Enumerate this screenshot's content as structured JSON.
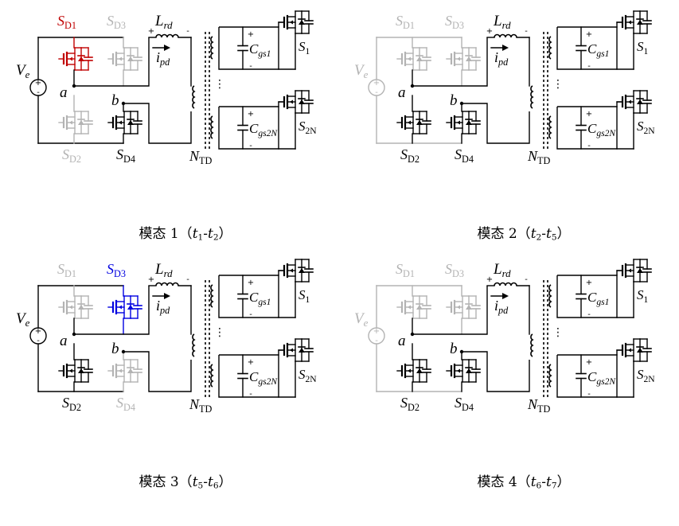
{
  "labels": {
    "sd1": "S",
    "sd1_sub": "D1",
    "sd2": "S",
    "sd2_sub": "D2",
    "sd3": "S",
    "sd3_sub": "D3",
    "sd4": "S",
    "sd4_sub": "D4",
    "ve": "V",
    "ve_sub": "e",
    "lrd": "L",
    "lrd_sub": "rd",
    "ipd": "i",
    "ipd_sub": "pd",
    "cgs1": "C",
    "cgs1_sub": "gs1",
    "cgs2n": "C",
    "cgs2n_sub": "gs2N",
    "s1": "S",
    "s1_sub": "1",
    "s2n": "S",
    "s2n_sub": "2N",
    "ntd": "N",
    "ntd_sub": "TD",
    "node_a": "a",
    "node_b": "b",
    "plus": "+",
    "minus": "-",
    "dots": "⋮"
  },
  "captions": [
    {
      "prefix": "模态 1（",
      "t_a": "t",
      "t_a_sub": "1",
      "dash": "-",
      "t_b": "t",
      "t_b_sub": "2",
      "suffix": "）"
    },
    {
      "prefix": "模态 2（",
      "t_a": "t",
      "t_a_sub": "2",
      "dash": "-",
      "t_b": "t",
      "t_b_sub": "5",
      "suffix": "）"
    },
    {
      "prefix": "模态 3（",
      "t_a": "t",
      "t_a_sub": "5",
      "dash": "-",
      "t_b": "t",
      "t_b_sub": "6",
      "suffix": "）"
    },
    {
      "prefix": "模态 4（",
      "t_a": "t",
      "t_a_sub": "6",
      "dash": "-",
      "t_b": "t",
      "t_b_sub": "7",
      "suffix": "）"
    }
  ],
  "panels": [
    {
      "mode": 1,
      "source_active": true,
      "sd1": "red",
      "sd2": "gray",
      "sd3": "gray",
      "sd4": "black",
      "path": "a-b-via-sd1-sd4"
    },
    {
      "mode": 2,
      "source_active": false,
      "sd1": "gray",
      "sd2": "black",
      "sd3": "gray",
      "sd4": "black",
      "path": "a-b-via-sd2-sd4"
    },
    {
      "mode": 3,
      "source_active": true,
      "sd1": "gray",
      "sd2": "black",
      "sd3": "blue",
      "sd4": "gray",
      "path": "a-b-via-sd2-sd3"
    },
    {
      "mode": 4,
      "source_active": false,
      "sd1": "gray",
      "sd2": "black",
      "sd3": "gray",
      "sd4": "black",
      "path": "a-b-via-sd2-sd4"
    }
  ],
  "colors": {
    "active": "#000000",
    "inactive": "#b3b3b3",
    "red": "#c00000",
    "blue": "#0000e0"
  }
}
